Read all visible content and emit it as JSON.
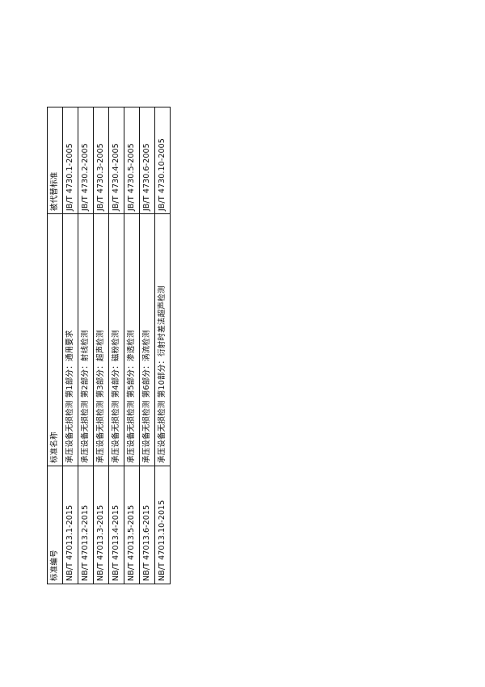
{
  "document": {
    "page_background": "#ffffff",
    "orientation_note": "table-rotated-90-ccw",
    "border_color": "#141414",
    "text_color": "#0d0d0d"
  },
  "table": {
    "columns": [
      {
        "key": "code",
        "header": "标准编号"
      },
      {
        "key": "name",
        "header": "标准名称"
      },
      {
        "key": "replaced",
        "header": "被代替标准"
      }
    ],
    "rows": [
      {
        "code": "NB/T 47013.1-2015",
        "name": "承压设备无损检测 第1部分：通用要求",
        "replaced": "JB/T 4730.1-2005"
      },
      {
        "code": "NB/T 47013.2-2015",
        "name": "承压设备无损检测 第2部分：射线检测",
        "replaced": "JB/T 4730.2-2005"
      },
      {
        "code": "NB/T 47013.3-2015",
        "name": "承压设备无损检测 第3部分：超声检测",
        "replaced": "JB/T 4730.3-2005"
      },
      {
        "code": "NB/T 47013.4-2015",
        "name": "承压设备无损检测 第4部分：磁粉检测",
        "replaced": "JB/T 4730.4-2005"
      },
      {
        "code": "NB/T 47013.5-2015",
        "name": "承压设备无损检测 第5部分：渗透检测",
        "replaced": "JB/T 4730.5-2005"
      },
      {
        "code": "NB/T 47013.6-2015",
        "name": "承压设备无损检测 第6部分：涡流检测",
        "replaced": "JB/T 4730.6-2005"
      },
      {
        "code": "NB/T 47013.10-2015",
        "name": "承压设备无损检测 第10部分：衍射时差法超声检测",
        "replaced": "JB/T 4730.10-2005"
      }
    ]
  }
}
